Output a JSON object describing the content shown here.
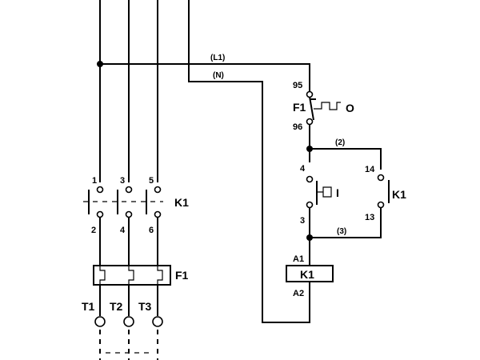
{
  "wires": {
    "l1": "(L1)",
    "n": "(N)",
    "w2": "(2)",
    "w3": "(3)"
  },
  "main_contactor": {
    "name": "K1",
    "top_terminals": [
      "1",
      "3",
      "5"
    ],
    "bottom_terminals": [
      "2",
      "4",
      "6"
    ]
  },
  "overload_relay": {
    "name": "F1"
  },
  "motor_terminals": [
    "T1",
    "T2",
    "T3"
  ],
  "control": {
    "overload_contact": {
      "name": "F1",
      "top": "95",
      "bottom": "96",
      "symbol": "O"
    },
    "start_button": {
      "top": "4",
      "bottom": "3",
      "symbol": "I"
    },
    "holding_contact": {
      "name": "K1",
      "top": "14",
      "bottom": "13"
    },
    "coil": {
      "name": "K1",
      "top": "A1",
      "bottom": "A2"
    }
  }
}
